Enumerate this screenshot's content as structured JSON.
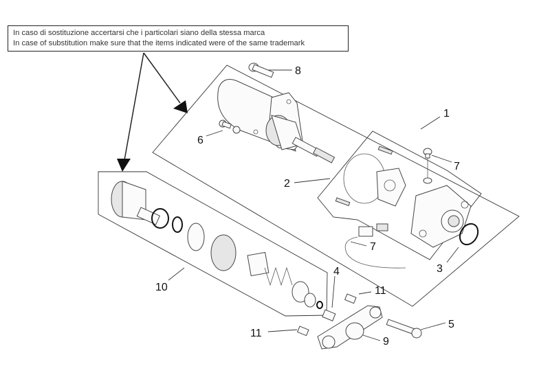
{
  "note": {
    "line_it": "In caso di sostituzione accertarsi che i particolari siano della stessa marca",
    "line_en": "In case of substitution make sure that the items indicated were of the same trademark"
  },
  "callouts": {
    "c1": "1",
    "c2": "2",
    "c3": "3",
    "c4": "4",
    "c5": "5",
    "c6": "6",
    "c7a": "7",
    "c7b": "7",
    "c8": "8",
    "c9": "9",
    "c10": "10",
    "c11a": "11",
    "c11b": "11"
  },
  "colors": {
    "line": "#333333",
    "background": "#ffffff"
  }
}
